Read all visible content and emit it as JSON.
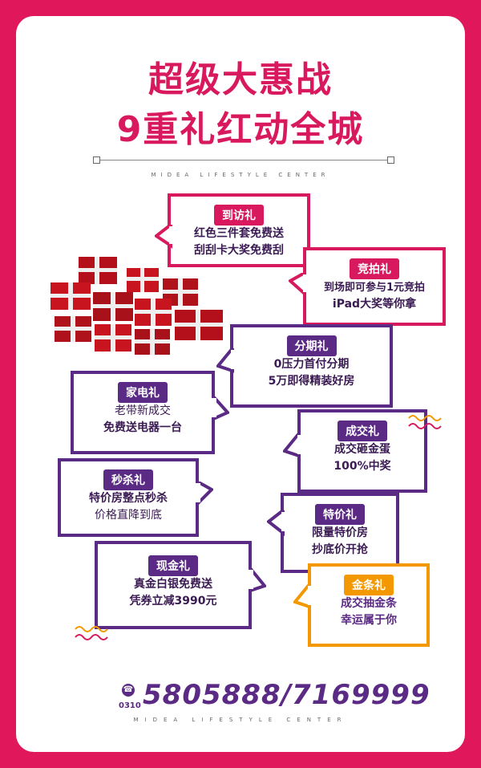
{
  "title_line1": "超级大惠战",
  "title_line2": "9重礼红动全城",
  "subtitle": "MIDEA LIFESTYLE CENTER",
  "gifts": [
    {
      "tag": "到访礼",
      "lines": [
        "红色三件套免费送",
        "刮刮卡大奖免费刮"
      ],
      "color": "#d8195d"
    },
    {
      "tag": "竞拍礼",
      "lines": [
        "到场即可参与1元竞拍",
        "iPad大奖等你拿"
      ],
      "color": "#d8195d"
    },
    {
      "tag": "分期礼",
      "lines": [
        "0压力首付分期",
        "5万即得精装好房"
      ],
      "color": "#5b2a84"
    },
    {
      "tag": "家电礼",
      "lines": [
        "老带新成交",
        "免费送电器一台"
      ],
      "color": "#5b2a84"
    },
    {
      "tag": "成交礼",
      "lines": [
        "成交砸金蛋",
        "100%中奖"
      ],
      "color": "#5b2a84"
    },
    {
      "tag": "秒杀礼",
      "lines": [
        "特价房整点秒杀",
        "价格直降到底"
      ],
      "color": "#5b2a84"
    },
    {
      "tag": "特价礼",
      "lines": [
        "限量特价房",
        "抄底价开抢"
      ],
      "color": "#5b2a84"
    },
    {
      "tag": "现金礼",
      "lines": [
        "真金白银免费送",
        "凭券立减3990元"
      ],
      "color": "#5b2a84"
    },
    {
      "tag": "金条礼",
      "lines": [
        "成交抽金条",
        "幸运属于你"
      ],
      "color": "#f39800"
    }
  ],
  "phone_icon": "☎",
  "area_code": "0310",
  "phone": "5805888/7169999",
  "footer": "MIDEA LIFESTYLE CENTER",
  "colors": {
    "brand": "#d8195d",
    "purple": "#5b2a84",
    "orange": "#f39800"
  }
}
